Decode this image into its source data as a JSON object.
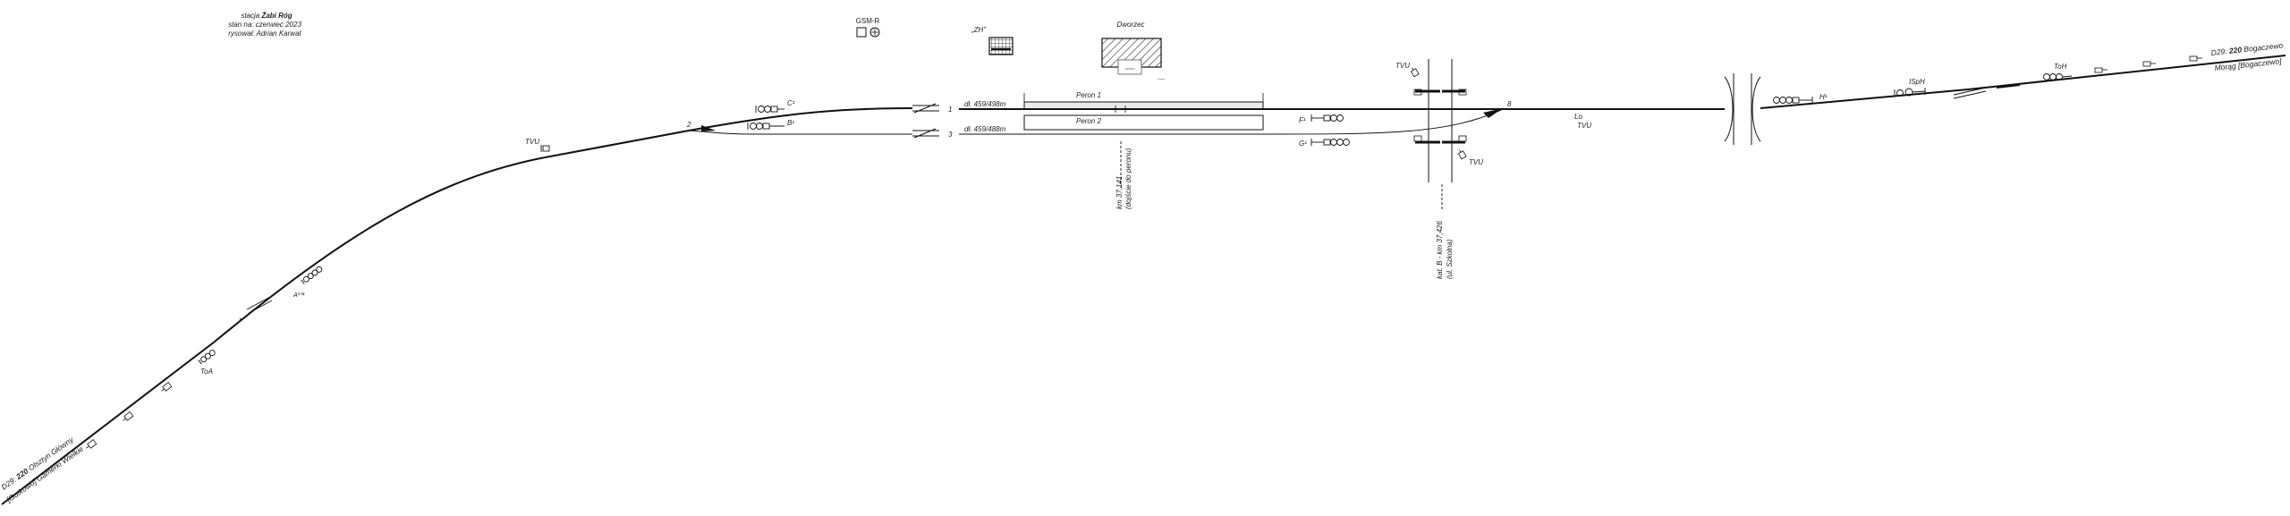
{
  "header": {
    "station_prefix": "stacja ",
    "station_name": "Żabi Róg",
    "state_line": "stan na: czerwiec 2023",
    "author_line": "rysował: Adrian Karwat"
  },
  "tracks": {
    "t1": "1",
    "t3": "3",
    "t1_length": "dł. 459/498m",
    "t3_length": "dł. 459/488m"
  },
  "platforms": {
    "p1": "Peron 1",
    "p2": "Peron 2"
  },
  "buildings": {
    "dworzec": "Dworzec",
    "zh": "„ZH”",
    "gsmr": "GSM-R"
  },
  "km_markers": {
    "platform_km_line1": "km 37,141",
    "platform_km_line2": "(dojście do peronu)",
    "crossing_line1": "kat. B - km 37,426",
    "crossing_line2": "(ul. Szkolna)"
  },
  "signals": {
    "C": "C¹",
    "B": "B¹",
    "F": "F¹",
    "G": "G¹",
    "H": "H¹",
    "A": "A¹⁰⁴",
    "ToA": "ToA",
    "ToH": "ToH",
    "ISpH": "ISpH",
    "Lo": "Lo"
  },
  "tvu": {
    "west": "TVU",
    "crossing_top": "TVU",
    "crossing_bottom": "TVU",
    "east": "TVU"
  },
  "switches": {
    "s2": "2",
    "s8": "8"
  },
  "lines": {
    "east_prefix": "D29: ",
    "east_num": "220",
    "east_station": " Bogaczewo",
    "east_secondary": "Morąg [Bogaczewo]",
    "west_prefix": "D29: ",
    "west_num": "220",
    "west_station": " Olsztyn Główny",
    "west_secondary": "[Gutkowo] Gamerki Wielkie"
  },
  "colors": {
    "line": "#111111",
    "hatch": "#333333",
    "platform_fill": "#e9e9e9"
  }
}
